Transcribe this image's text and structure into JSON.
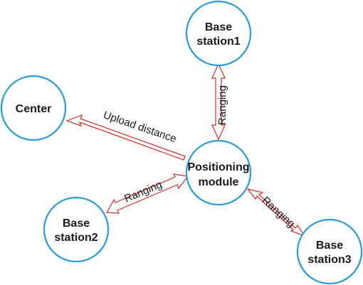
{
  "nodes": {
    "base_station1": {
      "line1": "Base",
      "line2": "station1"
    },
    "center": {
      "line1": "Center"
    },
    "positioning_module": {
      "line1": "Positioning",
      "line2": "module"
    },
    "base_station2": {
      "line1": "Base",
      "line2": "station2"
    },
    "base_station3": {
      "line1": "Base",
      "line2": "station3"
    }
  },
  "edges": {
    "ranging_1": "Ranging",
    "upload": "Upload distance",
    "ranging_2": "Ranging",
    "ranging_3": "Ranging"
  },
  "colors": {
    "node_stroke": "#2b9bd6",
    "arrow_stroke": "#d42a2a",
    "text": "#1a1a1a"
  }
}
